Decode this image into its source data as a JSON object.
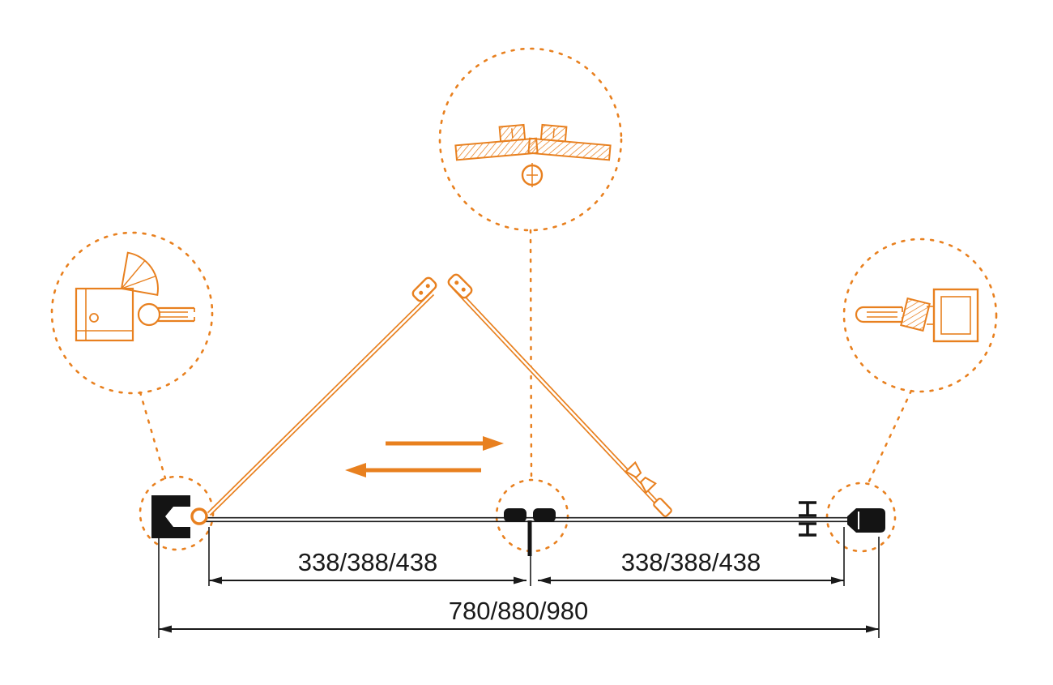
{
  "diagram": {
    "type": "shower-bifold-door-technical-drawing",
    "dimensions": {
      "left_half": "338/388/438",
      "right_half": "338/388/438",
      "total": "780/880/980"
    },
    "colors": {
      "accent_orange": "#E8801F",
      "line_black": "#1A1A1A",
      "background": "#FFFFFF"
    },
    "details": {
      "top": "fold-hinge-cross-section-detail",
      "left": "wall-profile-cross-section-detail",
      "right": "magnetic-seal-cross-section-detail"
    }
  }
}
